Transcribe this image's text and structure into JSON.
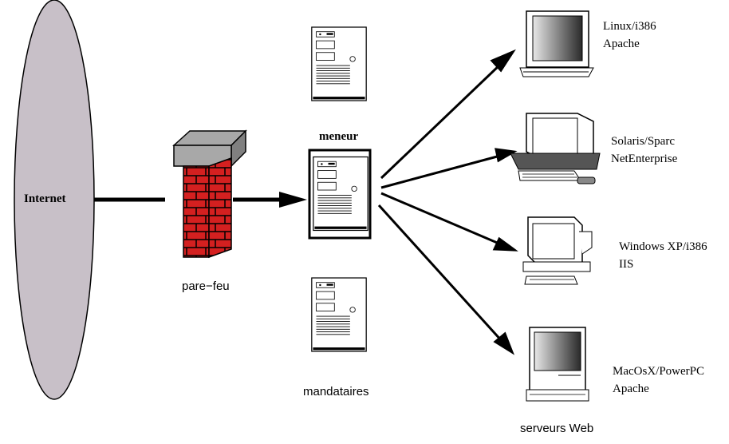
{
  "internet": {
    "label": "Internet",
    "fill": "#c8c0c8"
  },
  "firewall": {
    "label": "pare−feu",
    "brick_color": "#d42020",
    "cap_color": "#a8a8a8"
  },
  "leader": {
    "label": "meneur"
  },
  "proxies": {
    "label": "mandataires"
  },
  "web_servers": {
    "label": "serveurs Web",
    "servers": [
      {
        "os": "Linux/i386",
        "software": "Apache",
        "icon": "crt-monitor-icon"
      },
      {
        "os": "Solaris/Sparc",
        "software": "NetEnterprise",
        "icon": "sun-workstation-icon"
      },
      {
        "os": "Windows XP/i386",
        "software": "IIS",
        "icon": "pc-desktop-icon"
      },
      {
        "os": "MacOsX/PowerPC",
        "software": "Apache",
        "icon": "mac-computer-icon"
      }
    ]
  }
}
